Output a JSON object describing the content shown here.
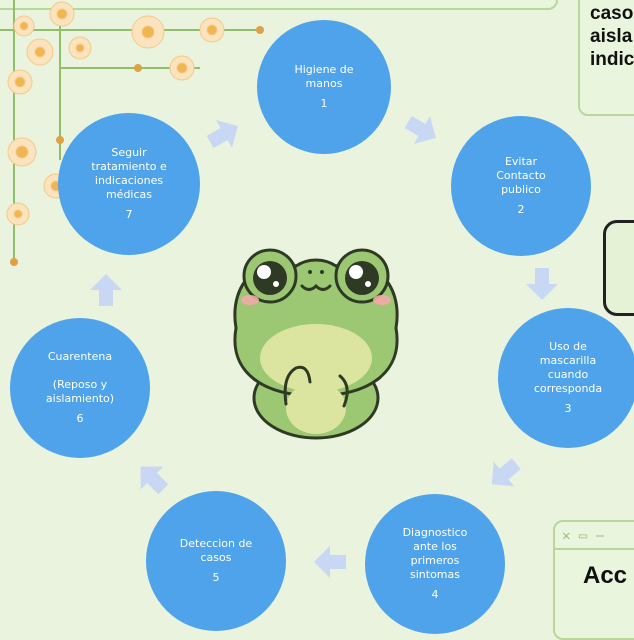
{
  "cycle": {
    "steps": [
      {
        "label": "Higiene de\nmanos",
        "number": "1"
      },
      {
        "label": "Evitar\nContacto\npublico",
        "number": "2"
      },
      {
        "label": "Uso de\nmascarilla\ncuando\ncorresponda",
        "number": "3"
      },
      {
        "label": "Diagnostico\nante los\nprimeros\nsintomas",
        "number": "4"
      },
      {
        "label": "Deteccion de\ncasos",
        "number": "5"
      },
      {
        "label": "Cuarentena\n\n(Reposo y\naislamiento)",
        "number": "6"
      },
      {
        "label": "Seguir\ntratamiento e\nindicaciones\nmédicas",
        "number": "7"
      }
    ]
  },
  "side_panel": {
    "text": "caso\naisla\nindic"
  },
  "bottom_panel": {
    "text": "Acc",
    "controls": "✕ ▭ —"
  },
  "colors": {
    "circle": "#4fa3ea",
    "arrow": "#c8d8f4",
    "background": "#e9f3dd",
    "frog": "#9cc873"
  },
  "icons": {
    "frog": "frog-icon",
    "flowers": "daisy-flower-icon",
    "arrows": "arrow-icon"
  }
}
